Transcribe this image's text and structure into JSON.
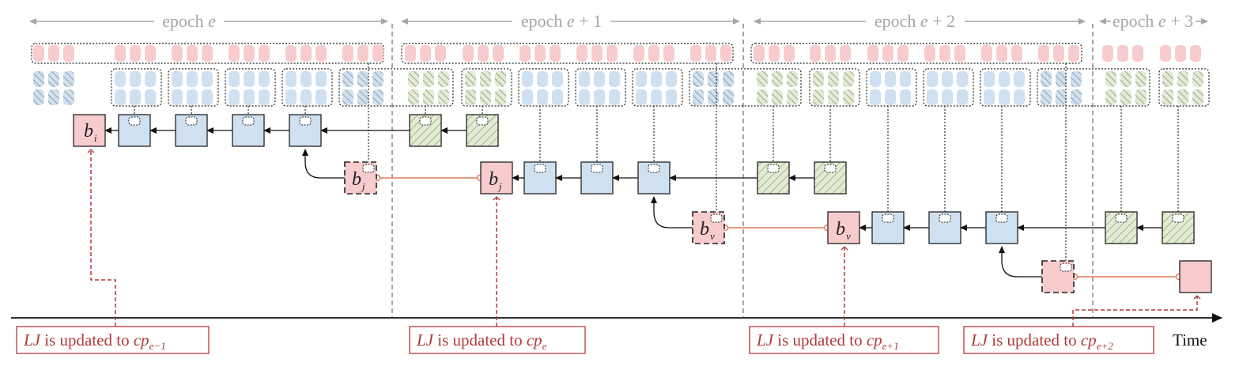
{
  "diagram": {
    "colors": {
      "pink": "#f8cccc",
      "blue": "#cfe0f0",
      "green": "#e2ecd2",
      "separator": "#a6a6a6",
      "link": "#e07a5a",
      "lj": "#b03a3a",
      "stroke": "#222222"
    },
    "epochs": [
      {
        "label": "epoch ",
        "var": "e",
        "suffix": ""
      },
      {
        "label": "epoch ",
        "var": "e",
        "suffix": " + 1"
      },
      {
        "label": "epoch ",
        "var": "e",
        "suffix": " + 2"
      },
      {
        "label": "epoch ",
        "var": "e",
        "suffix": " + 3"
      }
    ],
    "blocks": {
      "b_i": {
        "base": "b",
        "sub": "i"
      },
      "b_j_tentative": {
        "base": "b",
        "sub": "j"
      },
      "b_j": {
        "base": "b",
        "sub": "j"
      },
      "b_v_tentative": {
        "base": "b",
        "sub": "v"
      },
      "b_v": {
        "base": "b",
        "sub": "v"
      }
    },
    "lj_notes": [
      {
        "prefix": "LJ",
        "text": " is updated to ",
        "cp": "cp",
        "sub": "e−1"
      },
      {
        "prefix": "LJ",
        "text": " is updated to ",
        "cp": "cp",
        "sub": "e"
      },
      {
        "prefix": "LJ",
        "text": " is updated to ",
        "cp": "cp",
        "sub": "e+1"
      },
      {
        "prefix": "LJ",
        "text": " is updated to ",
        "cp": "cp",
        "sub": "e+2"
      }
    ],
    "axis_label": "Time"
  }
}
